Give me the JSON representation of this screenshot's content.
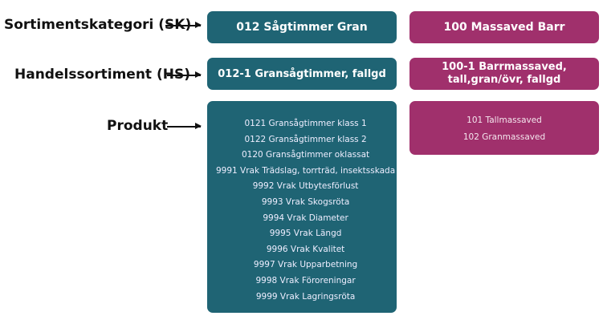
{
  "labels": {
    "sk": "Sortimentskategori (SK)",
    "hs": "Handelssortiment (HS)",
    "produkt": "Produkt"
  },
  "colors": {
    "teal": "#1f6474",
    "magenta": "#a0306c"
  },
  "teal": {
    "sk": "012 Sågtimmer Gran",
    "hs": "012-1 Gransågtimmer, fallgd",
    "products": [
      "0121 Gransågtimmer klass 1",
      "0122 Gransågtimmer klass 2",
      "0120 Gransågtimmer oklassat",
      "9991 Vrak Trädslag, torrträd, insektsskada",
      "9992 Vrak Utbytesförlust",
      "9993 Vrak Skogsröta",
      "9994 Vrak Diameter",
      "9995 Vrak Längd",
      "9996 Vrak Kvalitet",
      "9997 Vrak Upparbetning",
      "9998 Vrak Föroreningar",
      "9999 Vrak Lagringsröta"
    ]
  },
  "magenta": {
    "sk": "100 Massaved Barr",
    "hs_line1": "100-1 Barrmassaved,",
    "hs_line2": "tall,gran/övr, fallgd",
    "products": [
      "101 Tallmassaved",
      "102 Granmassaved"
    ]
  }
}
